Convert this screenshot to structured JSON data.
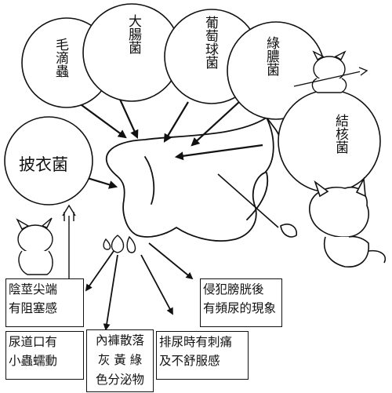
{
  "bubbles": {
    "trichomonas": "毛滴蟲",
    "ecoli": "大腸菌",
    "staph": "葡萄球菌",
    "pseudomonas": "綠膿菌",
    "tuberculosis": "結核菌",
    "chlamydia": "披衣菌"
  },
  "symptoms": {
    "glans_blockage": [
      "陰莖尖端",
      "有阻塞感"
    ],
    "urethra_bugs": [
      "尿道口有",
      "小蟲蠕動"
    ],
    "underwear_stain": [
      "內褲散落",
      "灰 黃 綠",
      "色分泌物"
    ],
    "urination_pain": [
      "排尿時有刺痛",
      "及不舒服感"
    ],
    "bladder_invasion": [
      "侵犯膀胱後",
      "有頻尿的現象"
    ]
  }
}
